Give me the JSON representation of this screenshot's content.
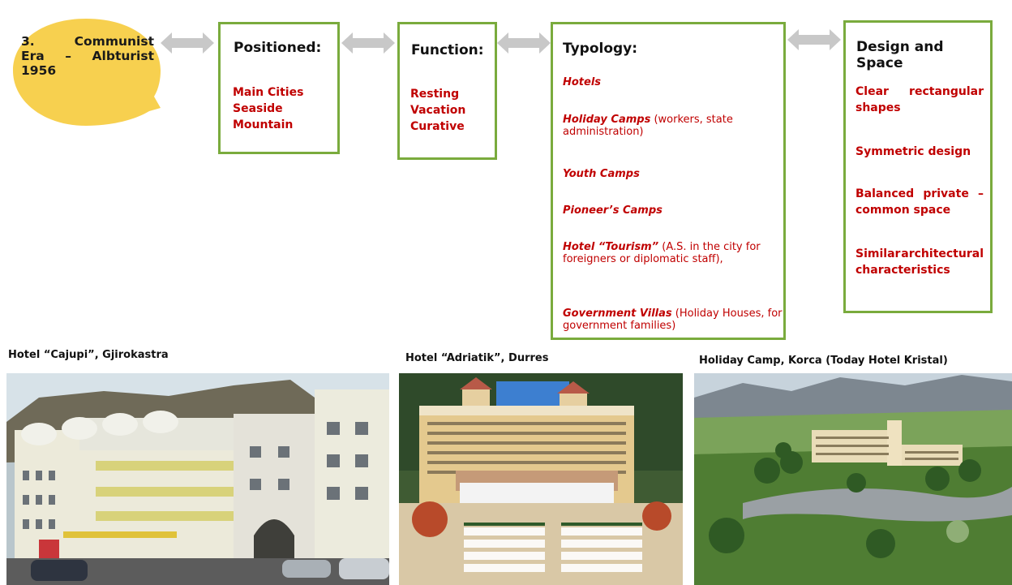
{
  "era_bubble": {
    "line1": "3.  Communist",
    "line2": "Era  –  Albturist",
    "line3": "1956"
  },
  "positioned": {
    "title": "Positioned:",
    "items": [
      "Main Cities",
      "Seaside",
      "Mountain"
    ]
  },
  "function": {
    "title": "Function:",
    "items": [
      "Resting",
      "Vacation",
      "Curative"
    ]
  },
  "typology": {
    "title": "Typology:",
    "items": [
      {
        "name": "Hotels",
        "detail": ""
      },
      {
        "name": "Holiday Camps",
        "detail": " (workers, state administration)"
      },
      {
        "name": "Youth Camps",
        "detail": ""
      },
      {
        "name": "Pioneer’s Camps",
        "detail": ""
      },
      {
        "name": "Hotel “Tourism”",
        "detail": " (A.S. in the city for foreigners or diplomatic staff),"
      },
      {
        "name": "Government Villas",
        "detail": " (Holiday Houses, for government families)"
      }
    ]
  },
  "design_space": {
    "title": "Design and Space",
    "items": [
      {
        "w1": "Clear",
        "w2": "rectangular",
        "rest": "shapes"
      },
      {
        "text": "Symmetric design"
      },
      {
        "w1": "Balanced",
        "w2": "private",
        "w3": "–",
        "rest": "common space"
      },
      {
        "w1": "Similar",
        "w2": "architectural",
        "rest": "characteristics"
      }
    ]
  },
  "photos": [
    {
      "caption": "Hotel “Cajupi”, Gjirokastra"
    },
    {
      "caption": "Hotel “Adriatik”, Durres"
    },
    {
      "caption": "Holiday Camp, Korca (Today Hotel Kristal)"
    }
  ],
  "colors": {
    "box_border": "#7aab3d",
    "bubble": "#f7d04f",
    "arrow": "#c8c8c8",
    "highlight_text": "#c00000"
  }
}
